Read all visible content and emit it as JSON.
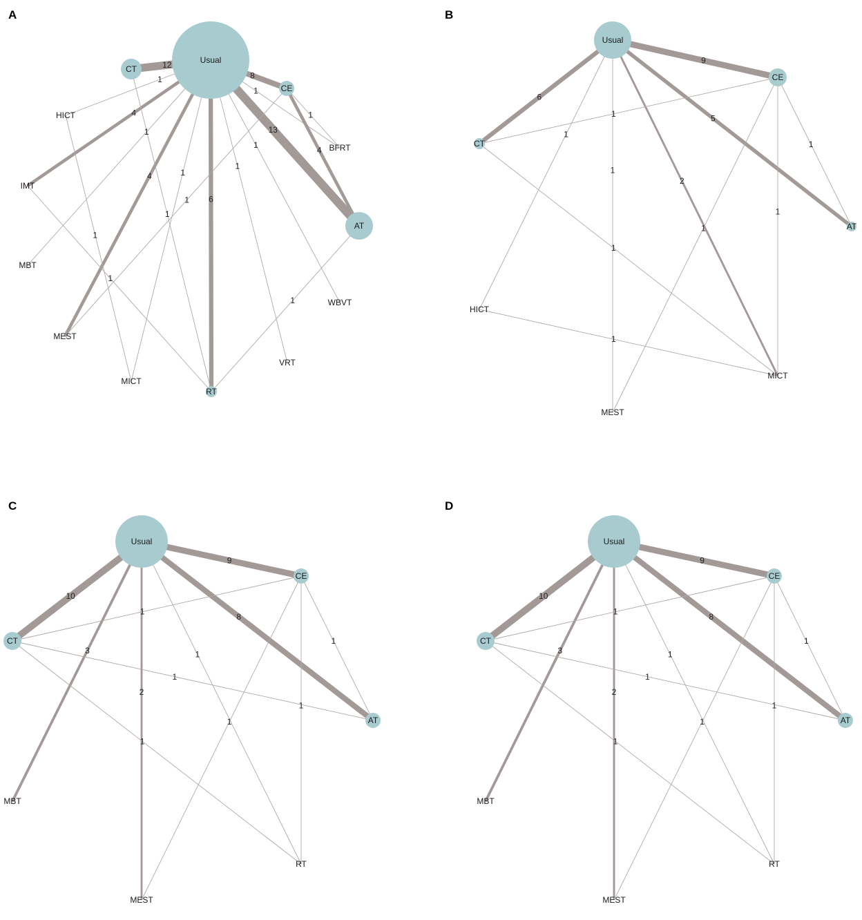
{
  "colors": {
    "node_fill": "#a8cbd0",
    "edge": "#a39a98",
    "edge_thin": "#b1a9a7",
    "label": "#1a1a1a"
  },
  "panels": [
    {
      "id": "A",
      "letter": "A",
      "nodes": [
        {
          "id": "Usual",
          "label": "Usual",
          "size": 56
        },
        {
          "id": "CT",
          "label": "CT",
          "size": 15
        },
        {
          "id": "CE",
          "label": "CE",
          "size": 11
        },
        {
          "id": "HICT",
          "label": "HICT",
          "size": 0
        },
        {
          "id": "BFRT",
          "label": "BFRT",
          "size": 0
        },
        {
          "id": "IMT",
          "label": "IMT",
          "size": 0
        },
        {
          "id": "AT",
          "label": "AT",
          "size": 20
        },
        {
          "id": "MBT",
          "label": "MBT",
          "size": 0
        },
        {
          "id": "WBVT",
          "label": "WBVT",
          "size": 0
        },
        {
          "id": "MEST",
          "label": "MEST",
          "size": 0
        },
        {
          "id": "VRT",
          "label": "VRT",
          "size": 0
        },
        {
          "id": "MICT",
          "label": "MICT",
          "size": 0
        },
        {
          "id": "RT",
          "label": "RT",
          "size": 8
        }
      ],
      "edges": [
        {
          "from": "Usual",
          "to": "CT",
          "weight": 12
        },
        {
          "from": "Usual",
          "to": "CE",
          "weight": 8
        },
        {
          "from": "Usual",
          "to": "AT",
          "weight": 13
        },
        {
          "from": "Usual",
          "to": "RT",
          "weight": 6
        },
        {
          "from": "Usual",
          "to": "IMT",
          "weight": 4
        },
        {
          "from": "Usual",
          "to": "MEST",
          "weight": 4
        },
        {
          "from": "Usual",
          "to": "HICT",
          "weight": 1
        },
        {
          "from": "Usual",
          "to": "MBT",
          "weight": 1
        },
        {
          "from": "Usual",
          "to": "MICT",
          "weight": 1
        },
        {
          "from": "Usual",
          "to": "VRT",
          "weight": 1
        },
        {
          "from": "Usual",
          "to": "WBVT",
          "weight": 1
        },
        {
          "from": "Usual",
          "to": "BFRT",
          "weight": 1
        },
        {
          "from": "CE",
          "to": "AT",
          "weight": 4
        },
        {
          "from": "CE",
          "to": "BFRT",
          "weight": 1
        },
        {
          "from": "CE",
          "to": "MEST",
          "weight": 1
        },
        {
          "from": "CT",
          "to": "RT",
          "weight": 1
        },
        {
          "from": "HICT",
          "to": "MICT",
          "weight": 1
        },
        {
          "from": "IMT",
          "to": "RT",
          "weight": 1
        },
        {
          "from": "AT",
          "to": "RT",
          "weight": 1
        }
      ]
    },
    {
      "id": "B",
      "letter": "B",
      "nodes": [
        {
          "id": "Usual",
          "label": "Usual",
          "size": 27
        },
        {
          "id": "CE",
          "label": "CE",
          "size": 13
        },
        {
          "id": "CT",
          "label": "CT",
          "size": 8
        },
        {
          "id": "AT",
          "label": "AT",
          "size": 7
        },
        {
          "id": "HICT",
          "label": "HICT",
          "size": 0
        },
        {
          "id": "MICT",
          "label": "MICT",
          "size": 0
        },
        {
          "id": "MEST",
          "label": "MEST",
          "size": 0
        }
      ],
      "edges": [
        {
          "from": "Usual",
          "to": "CE",
          "weight": 9
        },
        {
          "from": "Usual",
          "to": "CT",
          "weight": 6
        },
        {
          "from": "Usual",
          "to": "AT",
          "weight": 5
        },
        {
          "from": "Usual",
          "to": "MICT",
          "weight": 2
        },
        {
          "from": "Usual",
          "to": "HICT",
          "weight": 1
        },
        {
          "from": "Usual",
          "to": "MEST",
          "weight": 1
        },
        {
          "from": "CT",
          "to": "CE",
          "weight": 1
        },
        {
          "from": "CT",
          "to": "MICT",
          "weight": 1
        },
        {
          "from": "CE",
          "to": "AT",
          "weight": 1
        },
        {
          "from": "CE",
          "to": "MICT",
          "weight": 1
        },
        {
          "from": "CE",
          "to": "MEST",
          "weight": 1
        },
        {
          "from": "HICT",
          "to": "MICT",
          "weight": 1
        }
      ]
    },
    {
      "id": "C",
      "letter": "C",
      "nodes": [
        {
          "id": "Usual",
          "label": "Usual",
          "size": 38
        },
        {
          "id": "CE",
          "label": "CE",
          "size": 11
        },
        {
          "id": "CT",
          "label": "CT",
          "size": 13
        },
        {
          "id": "AT",
          "label": "AT",
          "size": 11
        },
        {
          "id": "MBT",
          "label": "MBT",
          "size": 0
        },
        {
          "id": "RT",
          "label": "RT",
          "size": 0
        },
        {
          "id": "MEST",
          "label": "MEST",
          "size": 0
        }
      ],
      "edges": [
        {
          "from": "Usual",
          "to": "CT",
          "weight": 10
        },
        {
          "from": "Usual",
          "to": "CE",
          "weight": 9
        },
        {
          "from": "Usual",
          "to": "AT",
          "weight": 8
        },
        {
          "from": "Usual",
          "to": "MBT",
          "weight": 3
        },
        {
          "from": "Usual",
          "to": "MEST",
          "weight": 2
        },
        {
          "from": "Usual",
          "to": "RT",
          "weight": 1
        },
        {
          "from": "CT",
          "to": "CE",
          "weight": 1
        },
        {
          "from": "CT",
          "to": "AT",
          "weight": 1
        },
        {
          "from": "CT",
          "to": "RT",
          "weight": 1
        },
        {
          "from": "CE",
          "to": "AT",
          "weight": 1
        },
        {
          "from": "CE",
          "to": "RT",
          "weight": 1
        },
        {
          "from": "CE",
          "to": "MEST",
          "weight": 1
        }
      ]
    },
    {
      "id": "D",
      "letter": "D",
      "nodes": [
        {
          "id": "Usual",
          "label": "Usual",
          "size": 38
        },
        {
          "id": "CE",
          "label": "CE",
          "size": 11
        },
        {
          "id": "CT",
          "label": "CT",
          "size": 13
        },
        {
          "id": "AT",
          "label": "AT",
          "size": 11
        },
        {
          "id": "MBT",
          "label": "MBT",
          "size": 0
        },
        {
          "id": "RT",
          "label": "RT",
          "size": 0
        },
        {
          "id": "MEST",
          "label": "MEST",
          "size": 0
        }
      ],
      "edges": [
        {
          "from": "Usual",
          "to": "CT",
          "weight": 10
        },
        {
          "from": "Usual",
          "to": "CE",
          "weight": 9
        },
        {
          "from": "Usual",
          "to": "AT",
          "weight": 8
        },
        {
          "from": "Usual",
          "to": "MBT",
          "weight": 3
        },
        {
          "from": "Usual",
          "to": "MEST",
          "weight": 2
        },
        {
          "from": "Usual",
          "to": "RT",
          "weight": 1
        },
        {
          "from": "CT",
          "to": "CE",
          "weight": 1
        },
        {
          "from": "CT",
          "to": "AT",
          "weight": 1
        },
        {
          "from": "CT",
          "to": "RT",
          "weight": 1
        },
        {
          "from": "CE",
          "to": "AT",
          "weight": 1
        },
        {
          "from": "CE",
          "to": "RT",
          "weight": 1
        },
        {
          "from": "CE",
          "to": "MEST",
          "weight": 1
        }
      ]
    }
  ]
}
